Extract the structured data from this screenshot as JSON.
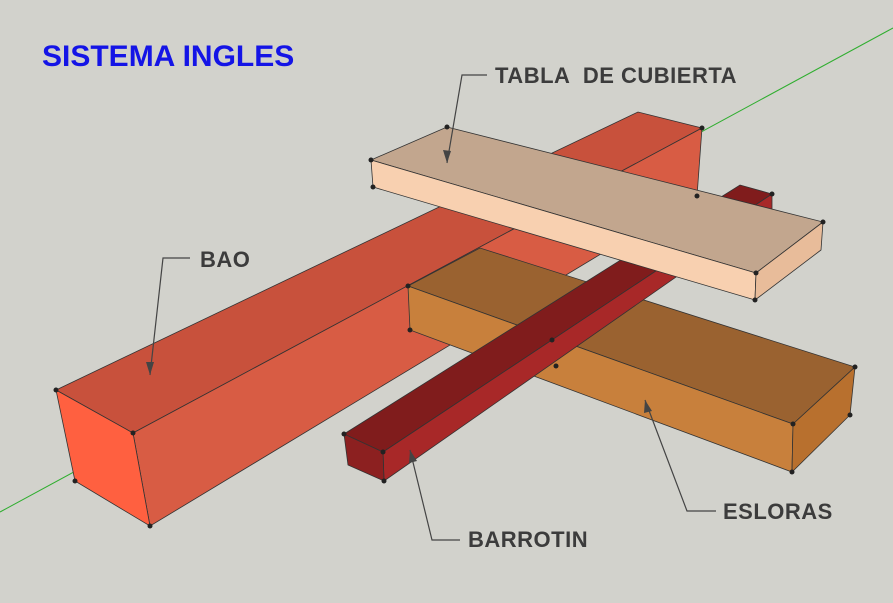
{
  "title": "SISTEMA INGLES",
  "labels": {
    "tabla": "TABLA  DE CUBIERTA",
    "bao": "BAO",
    "esloras": "ESLORAS",
    "barrotin": "BARROTIN"
  },
  "colors": {
    "title": "#1414e6",
    "label": "#3c3c3c",
    "background": "#d2d2cc",
    "axis": "#2fae2f",
    "bao_top": "#c8513c",
    "bao_front": "#d85c44",
    "bao_end": "#ff6040",
    "tabla_top": "#c2a68e",
    "tabla_front": "#f8d0b0",
    "esloras_top": "#9a6230",
    "esloras_front": "#c8803c",
    "barrotin_top": "#801c1c",
    "barrotin_front": "#a82828"
  }
}
